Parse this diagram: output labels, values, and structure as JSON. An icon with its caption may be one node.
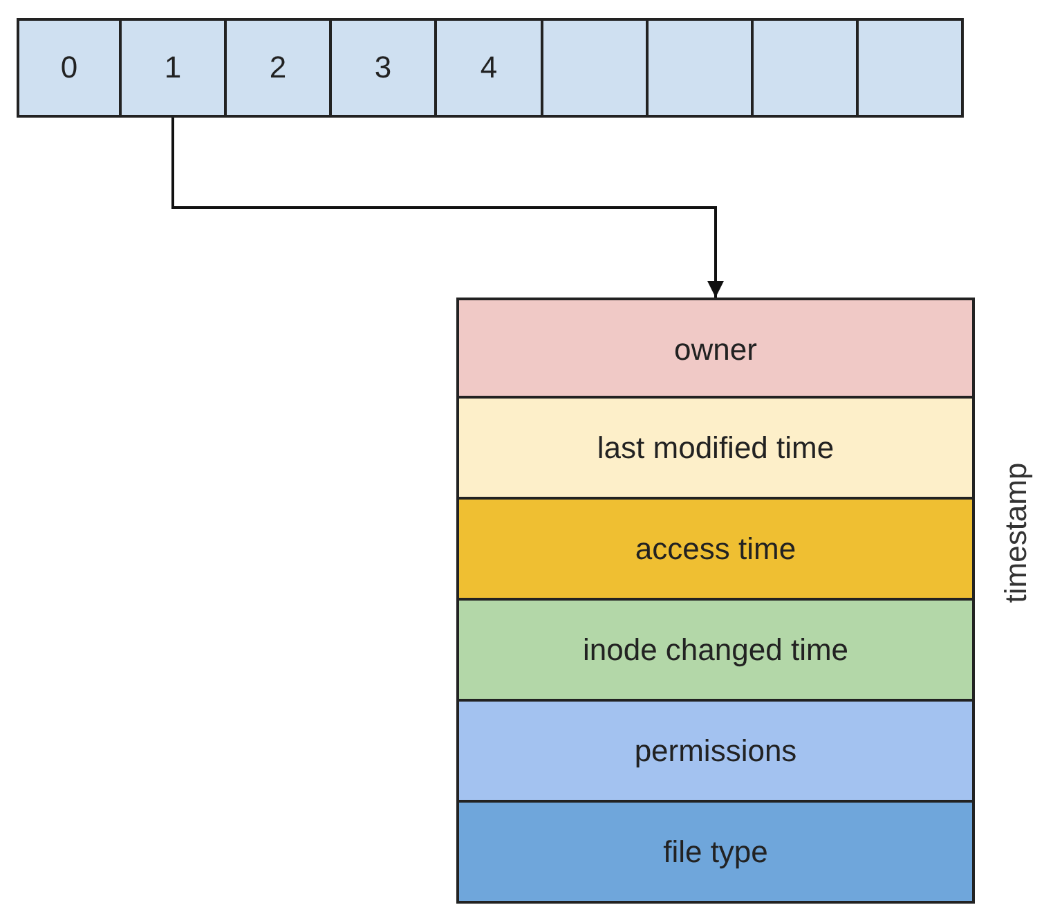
{
  "diagram": {
    "nodes": [
      {
        "text": [
          "0"
        ]
      },
      {
        "text": [
          "1"
        ]
      },
      {
        "text": [
          "2"
        ]
      },
      {
        "text": [
          "3"
        ]
      },
      {
        "text": [
          "4"
        ]
      },
      {
        "text": [],
        "shape": "box"
      },
      {
        "text": [],
        "shape": "box"
      },
      {
        "text": [],
        "shape": "box"
      },
      {
        "text": [],
        "shape": "box"
      },
      {
        "text": [
          "owner"
        ]
      },
      {
        "text": [
          "last modified time"
        ]
      },
      {
        "text": [
          "access time"
        ]
      },
      {
        "text": [
          "inode changed time"
        ]
      },
      {
        "text": [
          "permissions"
        ]
      },
      {
        "text": [
          "file type"
        ]
      }
    ],
    "edges": [
      {
        "from": 1,
        "to": 9,
        "arrow": "to"
      }
    ],
    "labels": [
      "timestamp"
    ]
  }
}
